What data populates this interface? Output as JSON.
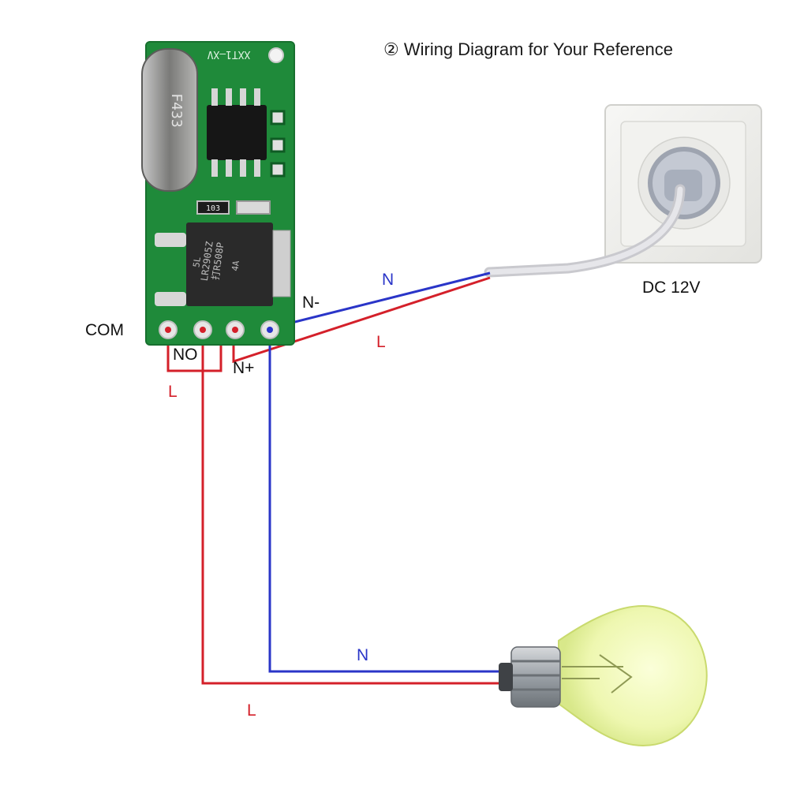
{
  "title": "② Wiring Diagram for Your Reference",
  "module": {
    "silkscreen": "XXT1—XV",
    "regulator_text": [
      "LR2905Z",
      "打R508P",
      "5L",
      "4A"
    ],
    "resistor_text": "103",
    "crystal_text": "F433"
  },
  "terminals": {
    "com": "COM",
    "no": "NO",
    "n_plus": "N+",
    "n_minus": "N-"
  },
  "wires": {
    "supply_n": "N",
    "supply_l": "L",
    "load_n": "N",
    "load_l": "L",
    "com_l": "L"
  },
  "socket_label": "DC 12V",
  "colors": {
    "live": "#d4202a",
    "neutral": "#2a35c8",
    "pcb": "#1f8a3a",
    "bulb_glass": "#eef7b0",
    "cable": "#d8d8dc"
  }
}
